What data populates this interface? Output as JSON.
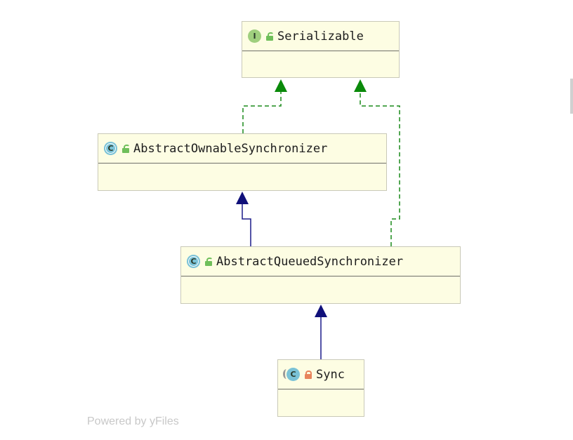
{
  "nodes": {
    "serializable": {
      "name": "Serializable",
      "kind_icon": "interface-icon",
      "kind_letter": "I",
      "visibility_icon": "public-lock-icon"
    },
    "aos": {
      "name": "AbstractOwnableSynchronizer",
      "kind_icon": "abstract-class-icon",
      "kind_letter": "C",
      "visibility_icon": "public-lock-icon"
    },
    "aqs": {
      "name": "AbstractQueuedSynchronizer",
      "kind_icon": "abstract-class-icon",
      "kind_letter": "C",
      "visibility_icon": "public-lock-icon"
    },
    "sync": {
      "name": "Sync",
      "kind_icon": "inner-class-icon",
      "kind_letter": "C",
      "visibility_icon": "private-lock-icon"
    }
  },
  "edges": [
    {
      "from": "AbstractOwnableSynchronizer",
      "to": "Serializable",
      "relation": "implements",
      "style": "dashed",
      "color": "#1a8a1a"
    },
    {
      "from": "AbstractQueuedSynchronizer",
      "to": "Serializable",
      "relation": "implements",
      "style": "dashed",
      "color": "#1a8a1a"
    },
    {
      "from": "AbstractQueuedSynchronizer",
      "to": "AbstractOwnableSynchronizer",
      "relation": "extends",
      "style": "solid",
      "color": "#1b1b8a"
    },
    {
      "from": "Sync",
      "to": "AbstractQueuedSynchronizer",
      "relation": "extends",
      "style": "solid",
      "color": "#1b1b8a"
    }
  ],
  "footer": {
    "powered": "Powered by yFiles"
  },
  "colors": {
    "node_fill": "#fdfde3",
    "implements": "#1a8a1a",
    "extends": "#1b1b8a"
  }
}
